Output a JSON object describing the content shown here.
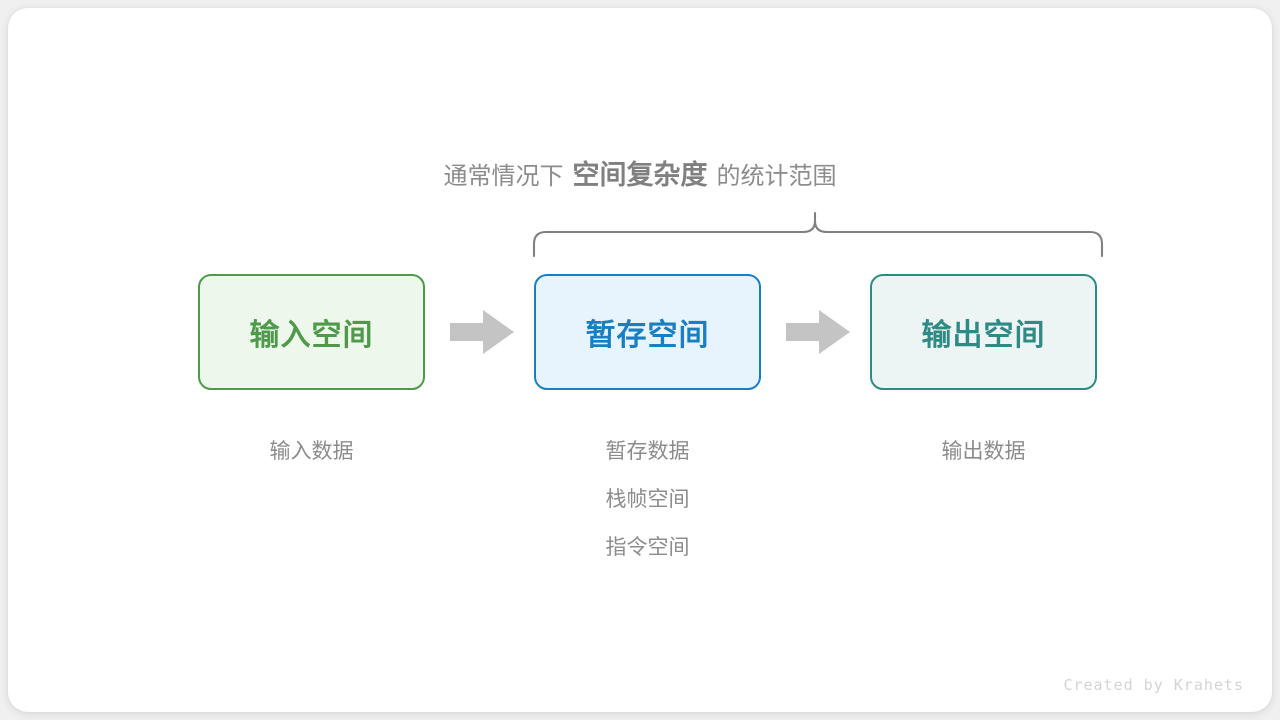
{
  "diagram": {
    "title": {
      "prefix": "通常情况下",
      "highlight": "空间复杂度",
      "suffix": "的统计范围"
    },
    "brace": {
      "icon": "horizontal-curly-brace-icon",
      "color": "#808080",
      "spans_labels": [
        "暂存空间",
        "输出空间"
      ]
    },
    "stages": [
      {
        "box_label": "输入空间",
        "border_color": "#4f9a4a",
        "fill_color": "#eef7ec",
        "text_color": "#4f9a4a",
        "captions": [
          "输入数据"
        ]
      },
      {
        "box_label": "暂存空间",
        "border_color": "#1a7fc1",
        "fill_color": "#e8f4fd",
        "text_color": "#1a7fc1",
        "captions": [
          "暂存数据",
          "栈帧空间",
          "指令空间"
        ]
      },
      {
        "box_label": "输出空间",
        "border_color": "#2f8a86",
        "fill_color": "#ecf5f3",
        "text_color": "#2f8a86",
        "captions": [
          "输出数据"
        ]
      }
    ],
    "arrows": [
      {
        "icon": "right-arrow-icon",
        "color": "#c4c4c4"
      },
      {
        "icon": "right-arrow-icon",
        "color": "#c4c4c4"
      }
    ],
    "watermark": "Created by Krahets",
    "background_color": "#ffffff",
    "page_background_color": "#f0f0f0"
  }
}
